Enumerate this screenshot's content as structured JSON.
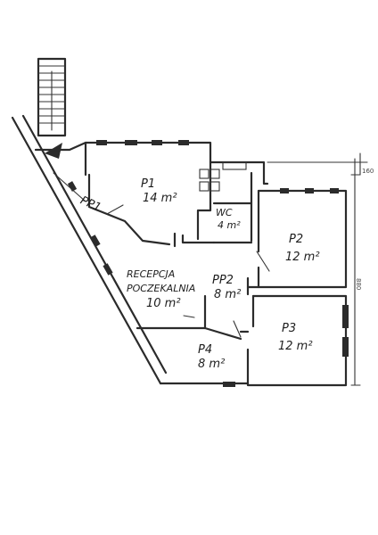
{
  "rooms": {
    "p1": {
      "name": "P1",
      "area": "14 m²"
    },
    "wc": {
      "name": "WC",
      "area": "4 m²"
    },
    "pp1": {
      "name": "PP1"
    },
    "p2": {
      "name": "P2",
      "area": "12 m²"
    },
    "pp2": {
      "name": "PP2",
      "area": "8 m²"
    },
    "recepcja": {
      "name": "RECEPCJA",
      "name2": "POCZEKALNIA",
      "area": "10 m²"
    },
    "p3": {
      "name": "P3",
      "area": "12 m²"
    },
    "p4": {
      "name": "P4",
      "area": "8 m²"
    }
  },
  "dimensions": {
    "top": "160",
    "right": "880"
  }
}
